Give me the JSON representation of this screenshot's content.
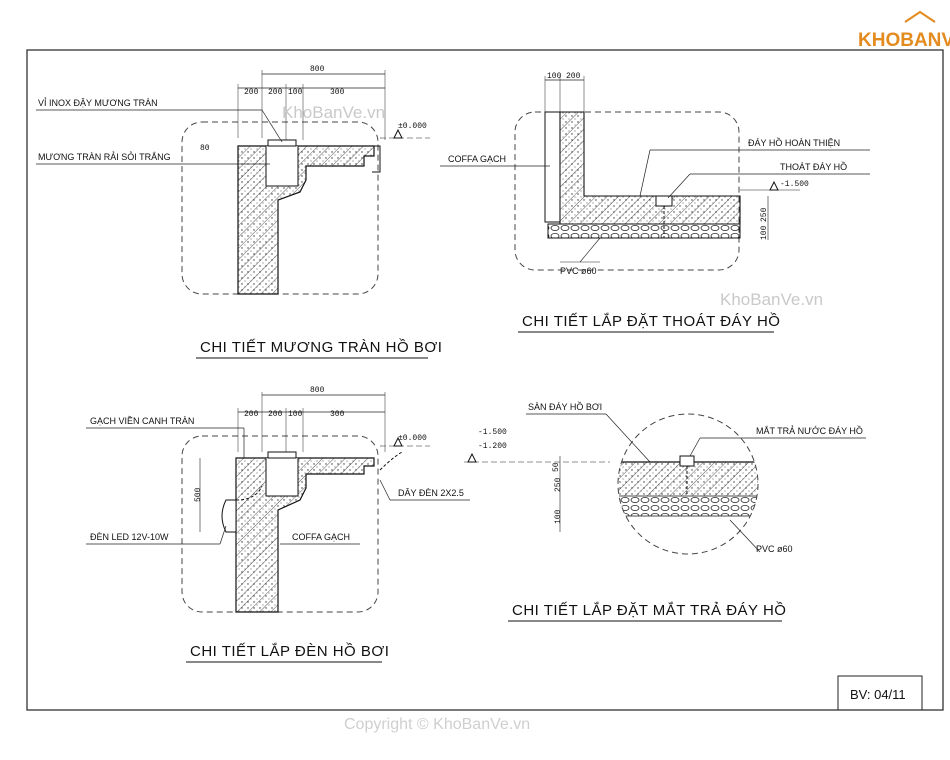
{
  "logo": {
    "text": "KHOBANVE"
  },
  "watermark": {
    "text": "KhoBanVe.vn",
    "copyright": "Copyright © KhoBanVe.vn"
  },
  "sheet": {
    "code": "BV: 04/11"
  },
  "detail_a": {
    "title": "CHI TIẾT MƯƠNG TRÀN HỒ BƠI",
    "label_1": "VỈ INOX ĐẬY MƯƠNG TRÀN",
    "label_2": "MƯƠNG TRÀN RẢI SỎI TRẮNG",
    "dim_total": "800",
    "dim_1": "200",
    "dim_2": "200",
    "dim_3": "100",
    "dim_4": "300",
    "level": "±0.000",
    "dim_side": "80"
  },
  "detail_b": {
    "title": "CHI TIẾT LẮP ĐẶT THOÁT ĐÁY HỒ",
    "label_1": "COFFA GẠCH",
    "label_2": "ĐÁY HỒ HOÀN THIỆN",
    "label_3": "THOÁT ĐÁY HỒ",
    "label_4": "PVC ø60",
    "level": "-1.500",
    "dim_1": "100",
    "dim_2": "200",
    "dim_v1": "250",
    "dim_v2": "100"
  },
  "detail_c": {
    "title": "CHI TIẾT LẮP ĐÈN HỒ BƠI",
    "label_1": "GẠCH VIỀN CANH TRÀN",
    "label_2": "DÂY ĐÈN 2X2.5",
    "label_3": "ĐÈN LED 12V-10W",
    "label_4": "COFFA GẠCH",
    "dim_total": "800",
    "dim_1": "200",
    "dim_2": "200",
    "dim_3": "100",
    "dim_4": "300",
    "level": "±0.000",
    "dim_side": "500"
  },
  "detail_d": {
    "title": "CHI TIẾT LẮP ĐẶT MẮT TRẢ ĐÁY HỒ",
    "label_1": "SÀN ĐÁY HỒ BƠI",
    "label_2": "MẮT TRẢ NƯỚC ĐÁY HỒ",
    "label_3": "PVC ø60",
    "level_1": "-1.500",
    "level_2": "-1.200",
    "dim_v1": "50",
    "dim_v2": "250",
    "dim_v3": "100"
  }
}
